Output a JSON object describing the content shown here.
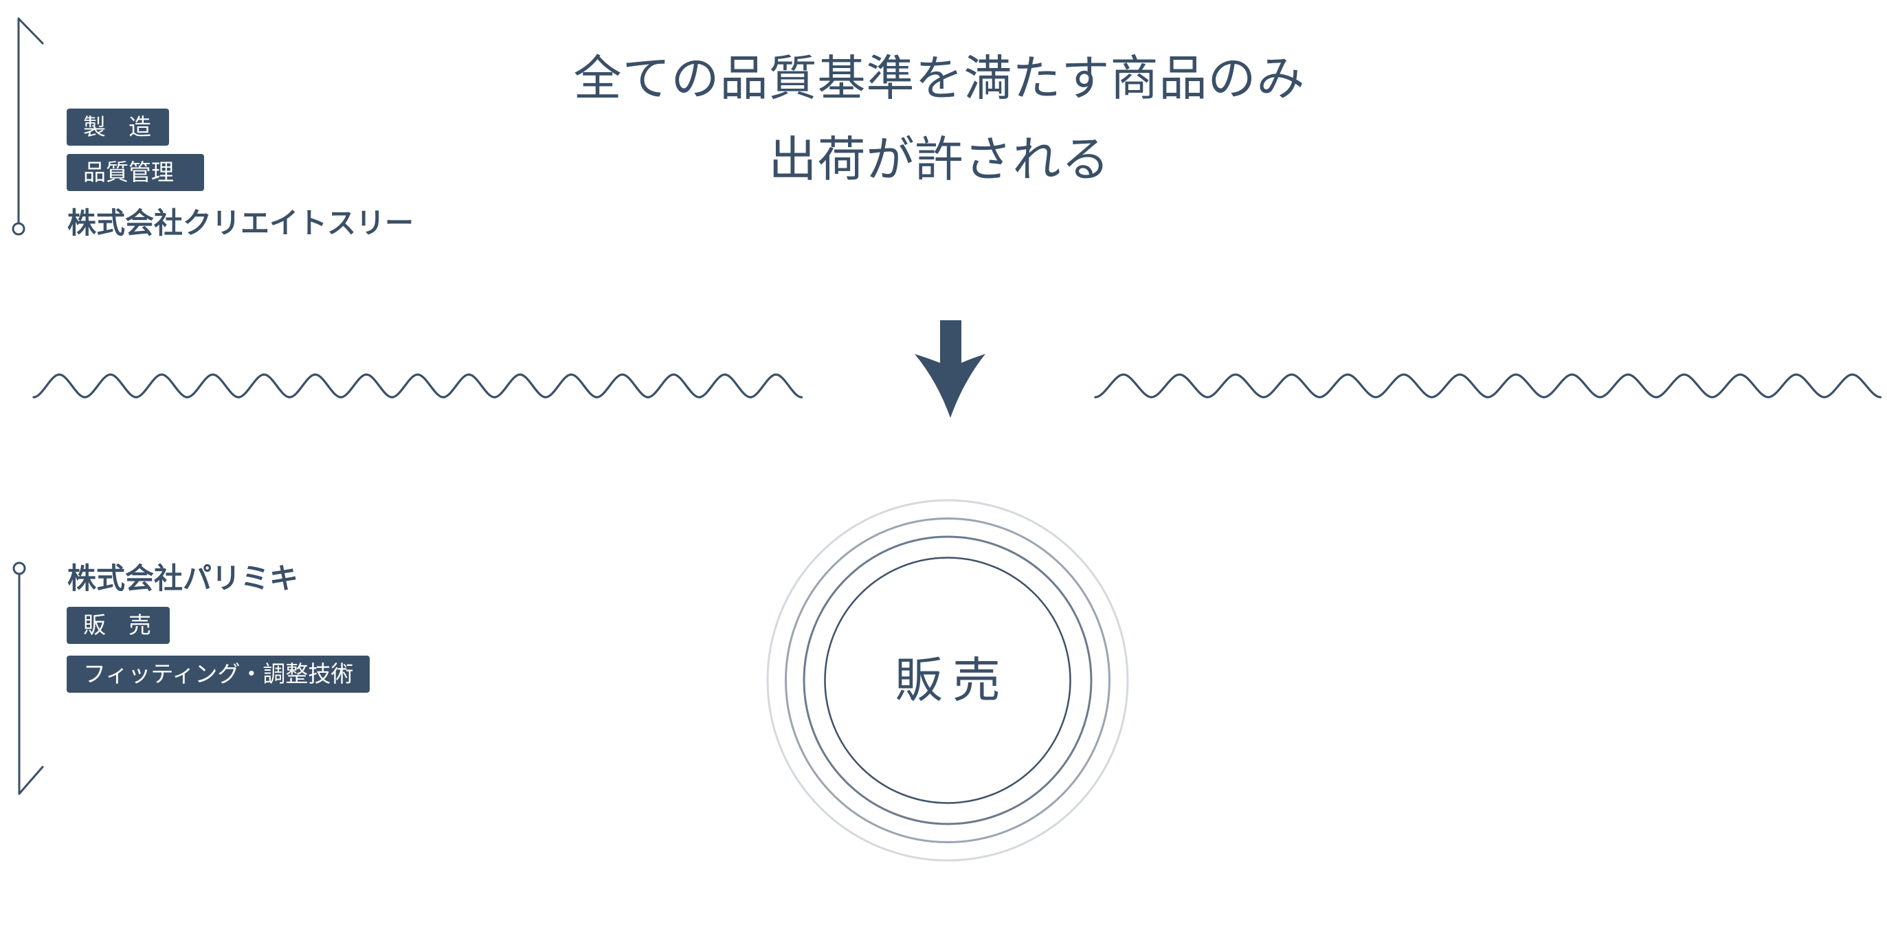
{
  "title": {
    "line1": "全ての品質基準を満たす商品のみ",
    "line2": "出荷が許される"
  },
  "top_section": {
    "badges": [
      {
        "label": "製　造"
      },
      {
        "label": "品質管理"
      }
    ],
    "company": "株式会社クリエイトスリー",
    "bracket_icon": "bracket-top-with-circle-end"
  },
  "divider": {
    "arrow_icon": "arrow-down-icon",
    "wave_icon": "wavy-line"
  },
  "bottom_section": {
    "company": "株式会社パリミキ",
    "badges": [
      {
        "label": "販　売"
      },
      {
        "label": "フィッティング・調整技術"
      }
    ],
    "bracket_icon": "bracket-bottom-with-circle-start"
  },
  "circle": {
    "label": "販売",
    "rings": 4
  },
  "colors": {
    "primary": "#3a5068",
    "ring_1": "#3d5268",
    "ring_2": "#6b7b8c",
    "ring_3": "#9aa5b1",
    "ring_4": "#d5d9de",
    "background": "#ffffff",
    "badge_text": "#ffffff"
  }
}
